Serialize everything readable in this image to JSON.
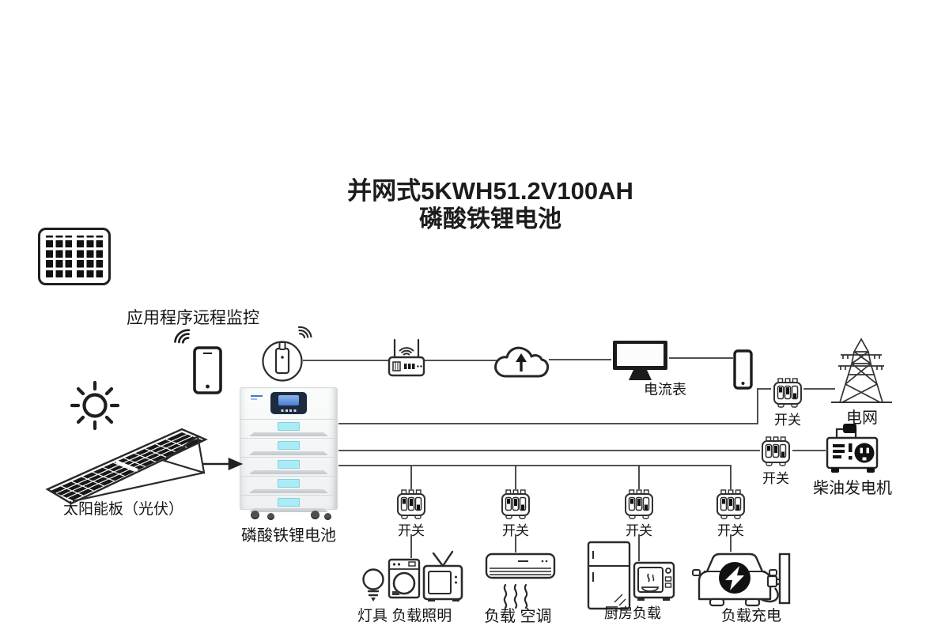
{
  "title": {
    "line1": "并网式5KWH51.2V100AH",
    "line2": "磷酸铁锂电池"
  },
  "labels": {
    "app_monitor": "应用程序远程监控",
    "solar_panel": "太阳能板（光伏）",
    "battery": "磷酸铁锂电池",
    "current_meter": "电流表",
    "switch": "开关",
    "grid": "电网",
    "generator": "柴油发电机",
    "lighting_load": "灯具 负载照明",
    "ac_load": "负载 空调",
    "kitchen_load": "厨房负载",
    "ev_load": "负载充电"
  },
  "icons": {
    "solar_module": "solar-module-grid",
    "sun": "sun-with-rays",
    "solar_array": "tilted-pv-array",
    "app_phone": "smartphone-with-wifi",
    "dongle": "usb-wifi-dongle-in-circle",
    "router": "wifi-router",
    "cloud": "cloud-upload",
    "monitor": "desktop-monitor",
    "phone": "smartphone",
    "switch": "breaker-switch",
    "grid_tower": "transmission-tower",
    "generator": "diesel-generator",
    "bulb": "light-bulb",
    "washer": "washing-machine",
    "tv": "television",
    "air_conditioner": "ac-unit-with-airflow",
    "fridge": "refrigerator",
    "microwave": "microwave-oven",
    "ev": "electric-car-charging"
  },
  "colors": {
    "line": "#3a3a3a",
    "text": "#161616",
    "battery_screen": "#a9ecf5",
    "display_blue": "#4b7fd6",
    "icon_fill": "#111111"
  }
}
